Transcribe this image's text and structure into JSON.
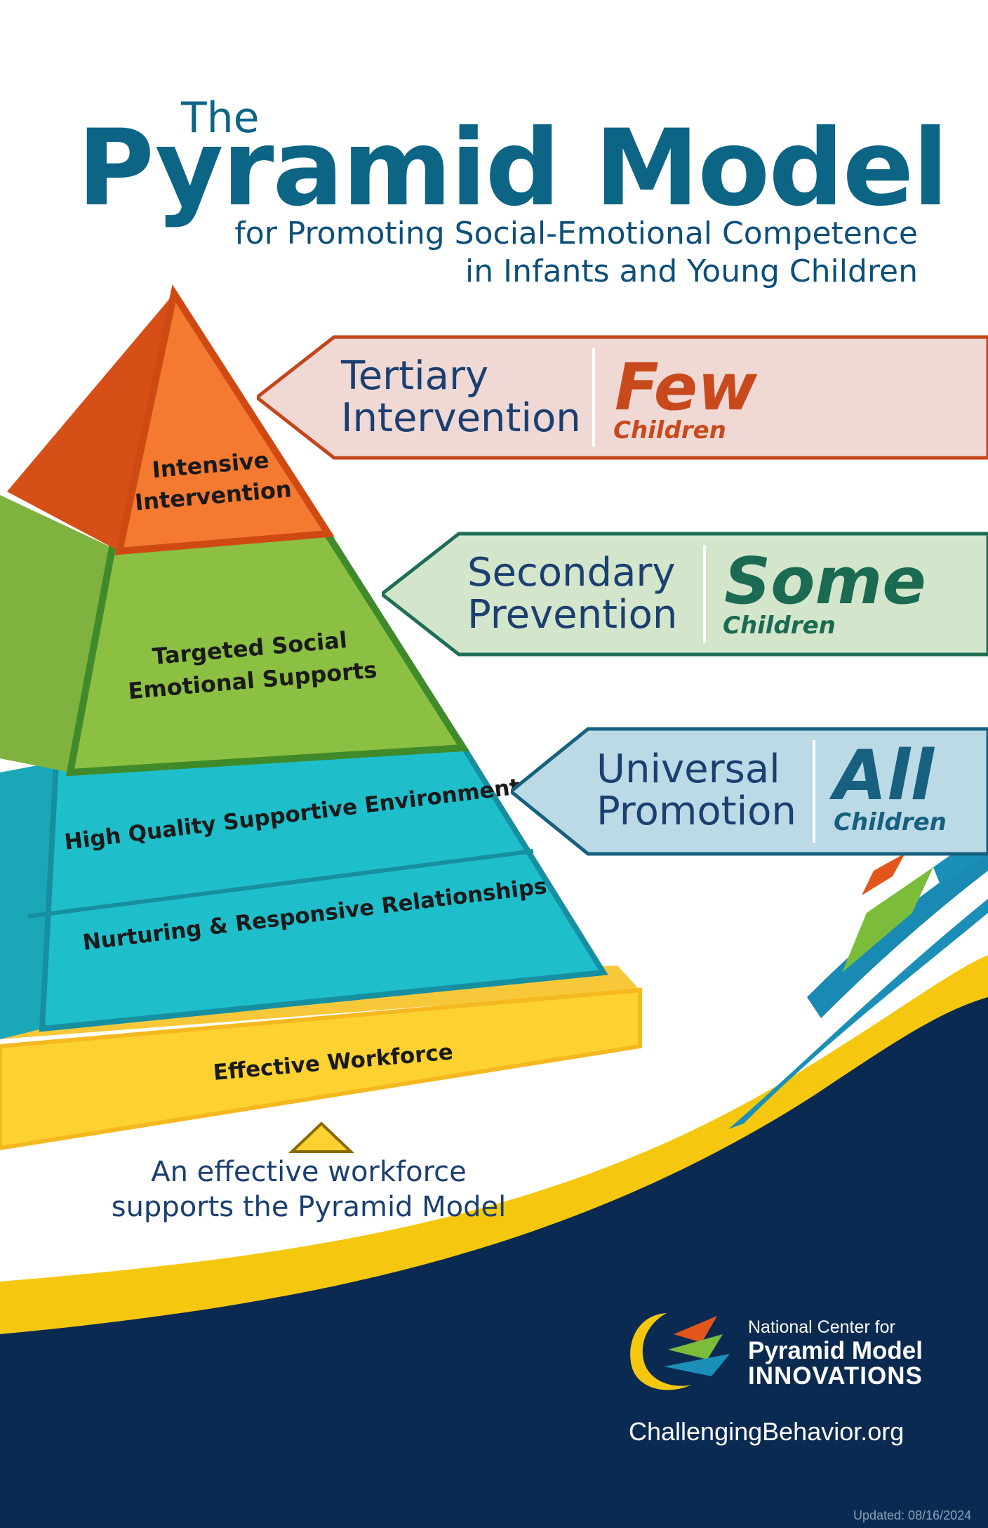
{
  "header": {
    "title_small": "The",
    "title_main": "Pyramid Model",
    "subtitle_line1": "for Promoting Social-Emotional Competence",
    "subtitle_line2": "in Infants and Young Children"
  },
  "pyramid": {
    "tiers": [
      {
        "id": "top",
        "line1": "Intensive",
        "line2": "Intervention",
        "color": "#e3561b"
      },
      {
        "id": "secondary",
        "line1": "Targeted Social",
        "line2": "Emotional Supports",
        "color": "#8cc043"
      },
      {
        "id": "universal_1",
        "line1": "High Quality Supportive Environments",
        "color": "#1fbecb"
      },
      {
        "id": "universal_2",
        "line1": "Nurturing & Responsive Relationships",
        "color": "#1fbecb"
      },
      {
        "id": "base",
        "line1": "Effective Workforce",
        "color": "#fdd230"
      }
    ],
    "caption_line1": "An effective workforce",
    "caption_line2": "supports the Pyramid Model"
  },
  "arrows": [
    {
      "level_line1": "Tertiary",
      "level_line2": "Intervention",
      "amount": "Few",
      "who": "Children",
      "fill": "#f0d9d5",
      "stroke": "#c5451b",
      "accent": "#c84a1c"
    },
    {
      "level_line1": "Secondary",
      "level_line2": "Prevention",
      "amount": "Some",
      "who": "Children",
      "fill": "#d3e6cc",
      "stroke": "#1d6e55",
      "accent": "#1b6a52"
    },
    {
      "level_line1": "Universal",
      "level_line2": "Promotion",
      "amount": "All",
      "who": "Children",
      "fill": "#bcd9e6",
      "stroke": "#17607f",
      "accent": "#17607f"
    }
  ],
  "footer": {
    "org_line1": "National Center for",
    "org_line2": "Pyramid Model",
    "org_line3": "INNOVATIONS",
    "website": "ChallengingBehavior.org",
    "updated": "Updated: 08/16/2024"
  },
  "colors": {
    "brand": "#0d6586",
    "navy": "#0b2a52",
    "yellow": "#f5c80f"
  }
}
